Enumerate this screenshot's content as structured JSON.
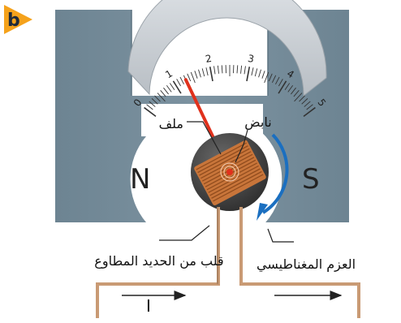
{
  "panel_label": "b",
  "scale": {
    "tick_labels": [
      "0",
      "1",
      "2",
      "3",
      "4",
      "5"
    ],
    "needle_value": 1.3
  },
  "magnet": {
    "north_label": "N",
    "south_label": "S"
  },
  "callouts": {
    "coil": "ملف",
    "spring": "نابض",
    "soft_iron_core": "قلب من الحديد المطاوع",
    "magnetic_torque": "العزم المغناطيسي"
  },
  "current_label": "I",
  "colors": {
    "magnet": "#6f8694",
    "magnet_dark": "#5a7080",
    "scale_face": "#c9ced3",
    "needle": "#e0311c",
    "coil": "#c8753a",
    "core": "#444444",
    "wire": "#c99a74",
    "torque_arrow": "#1b6fc0",
    "label_badge": "#f5a21b"
  }
}
